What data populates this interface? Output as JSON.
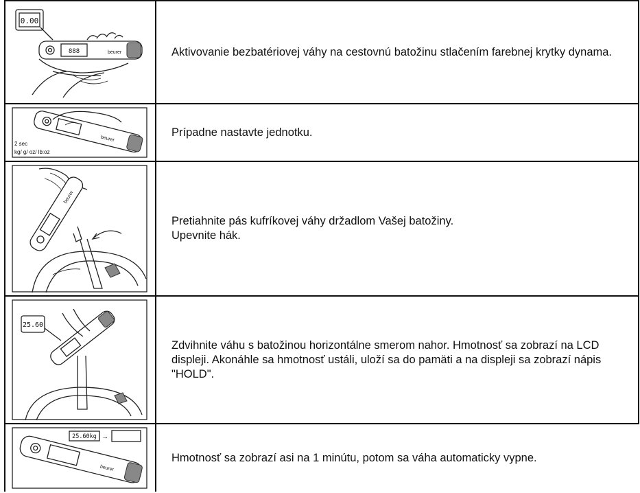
{
  "rows": [
    {
      "text": "Aktivovanie bezbatériovej váhy na cestovnú batožinu stlačením farebnej krytky dynama.",
      "display": "0.00",
      "brand": "beurer"
    },
    {
      "text": "Prípadne nastavte jednotku.",
      "label_time": "2 sec",
      "label_units": "kg/ g/ oz/ lb:oz",
      "brand": "beurer"
    },
    {
      "text": "Pretiahnite pás kufríkovej váhy držadlom Vašej batožiny.\nUpevnite hák.",
      "brand": "beurer"
    },
    {
      "text": "Zdvihnite váhu s batožinou horizontálne smerom nahor. Hmotnosť sa zobrazí na LCD displeji. Akonáhle sa hmotnosť ustáli, uloží sa do pamäti a na displeji sa zobrazí nápis \"HOLD\".",
      "display": "25.60"
    },
    {
      "text": "Hmotnosť sa zobrazí asi na 1 minútu, potom sa váha automaticky vypne.",
      "display": "25.60kg",
      "arrow": "→",
      "brand": "beurer"
    }
  ]
}
